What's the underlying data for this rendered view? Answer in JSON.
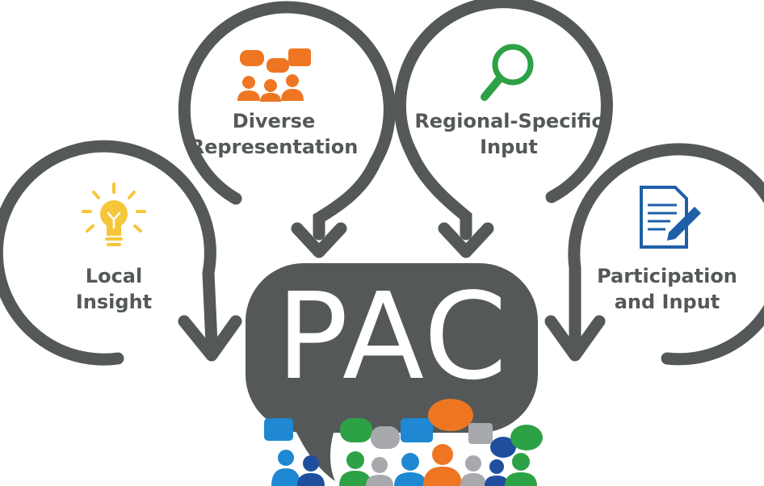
{
  "center": {
    "label": "PAC"
  },
  "nodes": [
    {
      "id": "local-insight",
      "line1": "Local",
      "line2": "Insight",
      "icon": "lightbulb-icon",
      "icon_color": "#F6C63B"
    },
    {
      "id": "diverse-representation",
      "line1": "Diverse",
      "line2": "Representation",
      "icon": "people-speech-bubbles-icon",
      "icon_color": "#EE7623"
    },
    {
      "id": "regional-specific-input",
      "line1": "Regional-Specific",
      "line2": "Input",
      "icon": "magnifying-glass-icon",
      "icon_color": "#2DA145"
    },
    {
      "id": "participation-and-input",
      "line1": "Participation",
      "line2": "and Input",
      "icon": "document-pen-icon",
      "icon_color": "#1F5FA8"
    }
  ],
  "colors": {
    "arrow": "#545859",
    "text": "#545859",
    "crowd": [
      "#1E88D2",
      "#2DA145",
      "#EE7623",
      "#A7A9AC",
      "#1F4E9E"
    ]
  }
}
